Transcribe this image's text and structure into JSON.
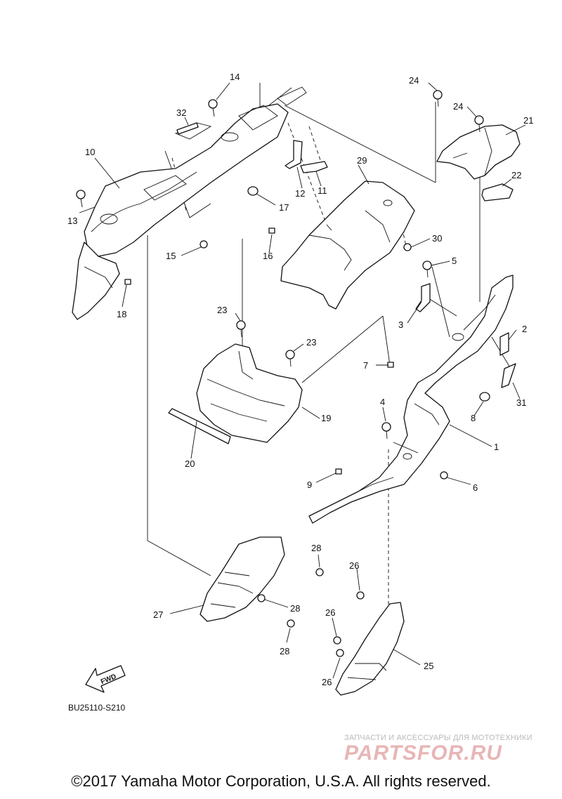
{
  "diagram": {
    "part_numbers": [
      "1",
      "2",
      "3",
      "4",
      "5",
      "6",
      "7",
      "8",
      "9",
      "10",
      "11",
      "12",
      "13",
      "14",
      "15",
      "16",
      "17",
      "18",
      "19",
      "20",
      "21",
      "22",
      "23",
      "23",
      "24",
      "24",
      "25",
      "26",
      "26",
      "26",
      "27",
      "28",
      "28",
      "28",
      "29",
      "30",
      "31",
      "32"
    ],
    "fwd_label": "FWD",
    "drawing_code": "BU25110-S210"
  },
  "watermark": {
    "tagline": "ЗАПЧАСТИ И АКСЕССУАРЫ ДЛЯ МОТОТЕХНИКИ",
    "logo_text": "PARTSFOR.RU"
  },
  "footer": {
    "copyright": "©2017 Yamaha Motor Corporation, U.S.A. All rights reserved."
  }
}
